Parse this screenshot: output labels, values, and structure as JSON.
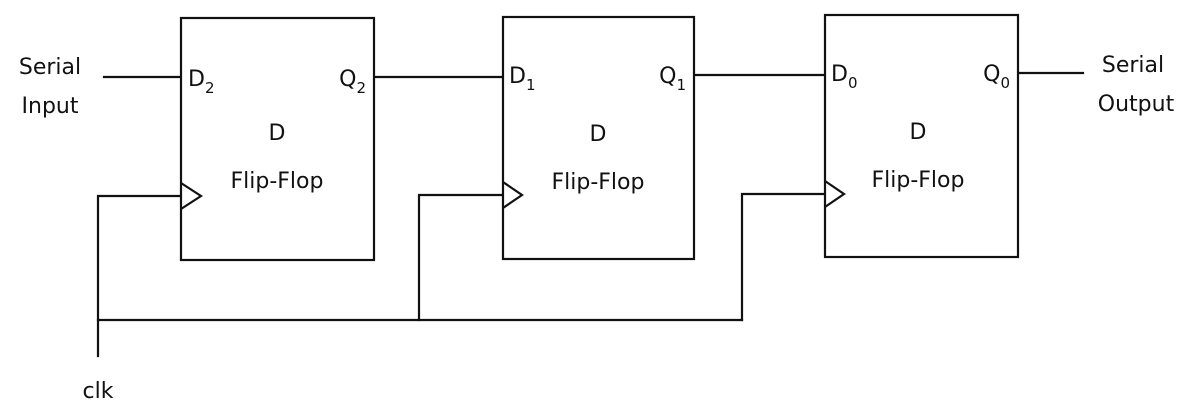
{
  "input": {
    "line1": "Serial",
    "line2": "Input"
  },
  "output": {
    "line1": "Serial",
    "line2": "Output"
  },
  "clock_label": "clk",
  "flip_flops": [
    {
      "line1": "D",
      "line2": "Flip-Flop",
      "d_base": "D",
      "d_sub": "2",
      "q_base": "Q",
      "q_sub": "2"
    },
    {
      "line1": "D",
      "line2": "Flip-Flop",
      "d_base": "D",
      "d_sub": "1",
      "q_base": "Q",
      "q_sub": "1"
    },
    {
      "line1": "D",
      "line2": "Flip-Flop",
      "d_base": "D",
      "d_sub": "0",
      "q_base": "Q",
      "q_sub": "0"
    }
  ]
}
